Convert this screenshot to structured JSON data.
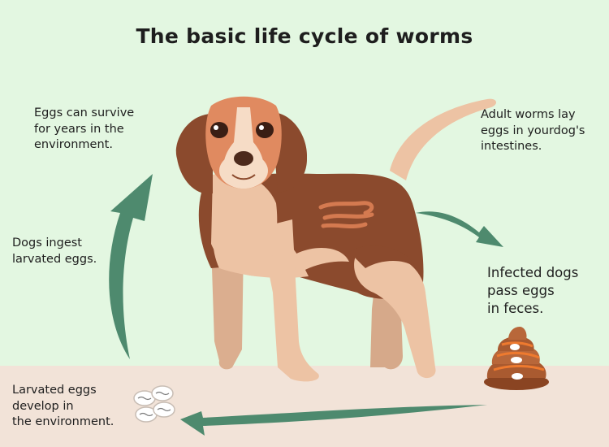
{
  "title": "The basic life cycle of worms",
  "steps": {
    "eggs_survive": "Eggs can survive\nfor years in the\nenvironment.",
    "adult_worms": "Adult worms lay\neggs in yourdog's\nintestines.",
    "ingest": "Dogs ingest\nlarvated eggs.",
    "infected": "Infected dogs\npass eggs\nin feces.",
    "larvated": "Larvated eggs\ndevelop in\nthe environment."
  },
  "colors": {
    "sky": "#e3f7e1",
    "ground": "#f2e3d8",
    "arrow": "#4e8a6e",
    "dog_brown": "#8b4a2d",
    "dog_tan": "#edc3a4",
    "dog_orange": "#e08a60",
    "poop": "#a95a30",
    "poop_orange": "#ee7a2f"
  }
}
